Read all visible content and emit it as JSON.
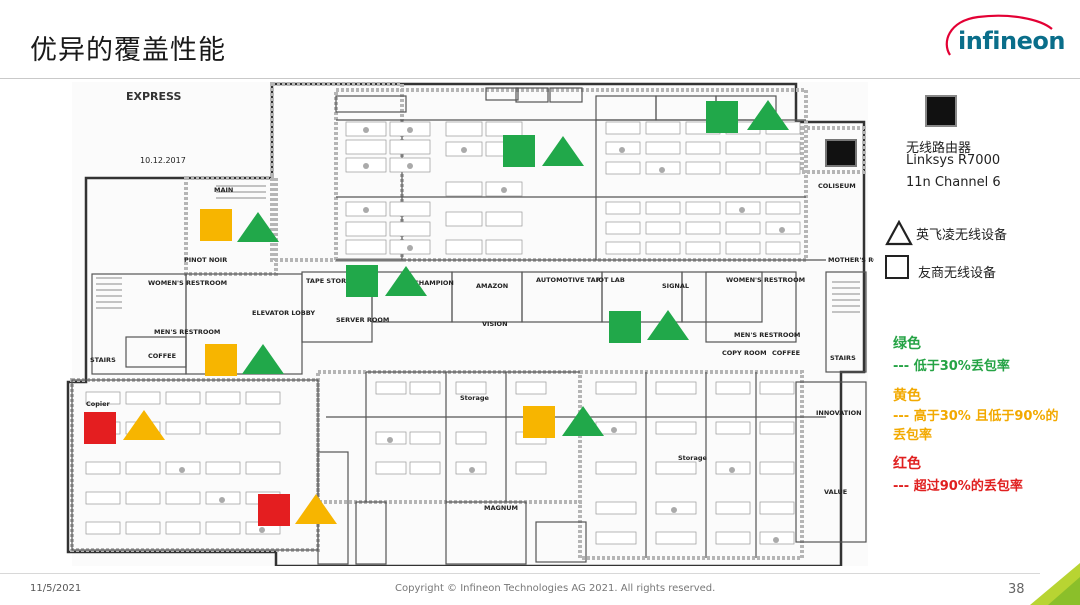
{
  "title": "优异的覆盖性能",
  "brand": "infineon",
  "colors": {
    "green": "#21a84a",
    "yellow": "#f7b500",
    "red": "#e41e20",
    "brand_teal": "#0a6e8a"
  },
  "legend": {
    "router_line1": "无线路由器",
    "router_line2": "Linksys R7000",
    "router_line3": "11n Channel 6",
    "triangle_label": "英飞凌无线设备",
    "square_label": "友商无线设备",
    "green_title": "绿色",
    "green_desc": "--- 低于30%丢包率",
    "yellow_title": "黄色",
    "yellow_desc": "--- 高于30% 且低于90%的丢包率",
    "red_title": "红色",
    "red_desc": "--- 超过90%的丢包率"
  },
  "floorplan": {
    "date": "10.12.2017",
    "partial_title": "EXPRESS",
    "labels": {
      "pinot_noir": "PINOT NOIR",
      "womens_restroom_left": "WOMEN'S RESTROOM",
      "mens_restroom_left": "MEN'S RESTROOM",
      "elevator_lobby": "ELEVATOR LOBBY",
      "tape_storage": "TAPE STORAGE",
      "server_room": "SERVER ROOM",
      "champion": "CHAMPION",
      "amazon": "AMAZON",
      "automotive": "AUTOMOTIVE TAP",
      "iot_lab": "IOT LAB",
      "signal": "SIGNAL",
      "womens_restroom_right": "WOMEN'S RESTROOM",
      "mens_restroom_right": "MEN'S RESTROOM",
      "copy_room": "COPY ROOM",
      "coffee_right": "COFFEE",
      "stairs_right": "STAIRS",
      "stairs_left": "STAIRS",
      "coffee_left": "COFFEE",
      "colliseum": "COLISEUM",
      "mothers_room": "MOTHER'S ROOM",
      "innovation": "INNOVATION",
      "value": "VALUE",
      "vision": "VISION",
      "magnum": "MAGNUM",
      "copier": "Copier",
      "storage": "Storage",
      "main": "MAIN"
    }
  },
  "footer": {
    "date": "11/5/2021",
    "copyright": "Copyright © Infineon Technologies AG 2021. All rights reserved.",
    "page": "38"
  }
}
